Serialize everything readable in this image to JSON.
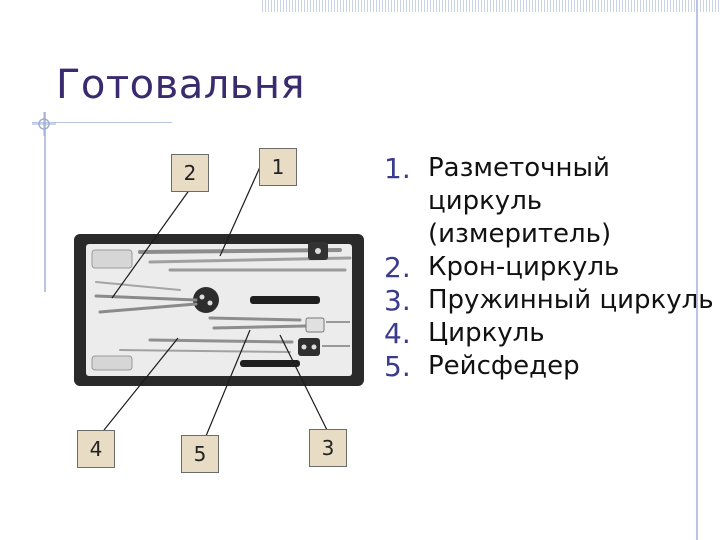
{
  "slide": {
    "title": "Готовальня"
  },
  "figure": {
    "callouts": [
      {
        "number": "1"
      },
      {
        "number": "2"
      },
      {
        "number": "3"
      },
      {
        "number": "4"
      },
      {
        "number": "5"
      }
    ]
  },
  "list": {
    "items": [
      {
        "num": "1.",
        "text": "Разметочный циркуль (измеритель)"
      },
      {
        "num": "2.",
        "text": "Крон-циркуль"
      },
      {
        "num": "3.",
        "text": "Пружинный циркуль"
      },
      {
        "num": "4.",
        "text": "Циркуль"
      },
      {
        "num": "5.",
        "text": "Рейсфедер"
      }
    ]
  }
}
